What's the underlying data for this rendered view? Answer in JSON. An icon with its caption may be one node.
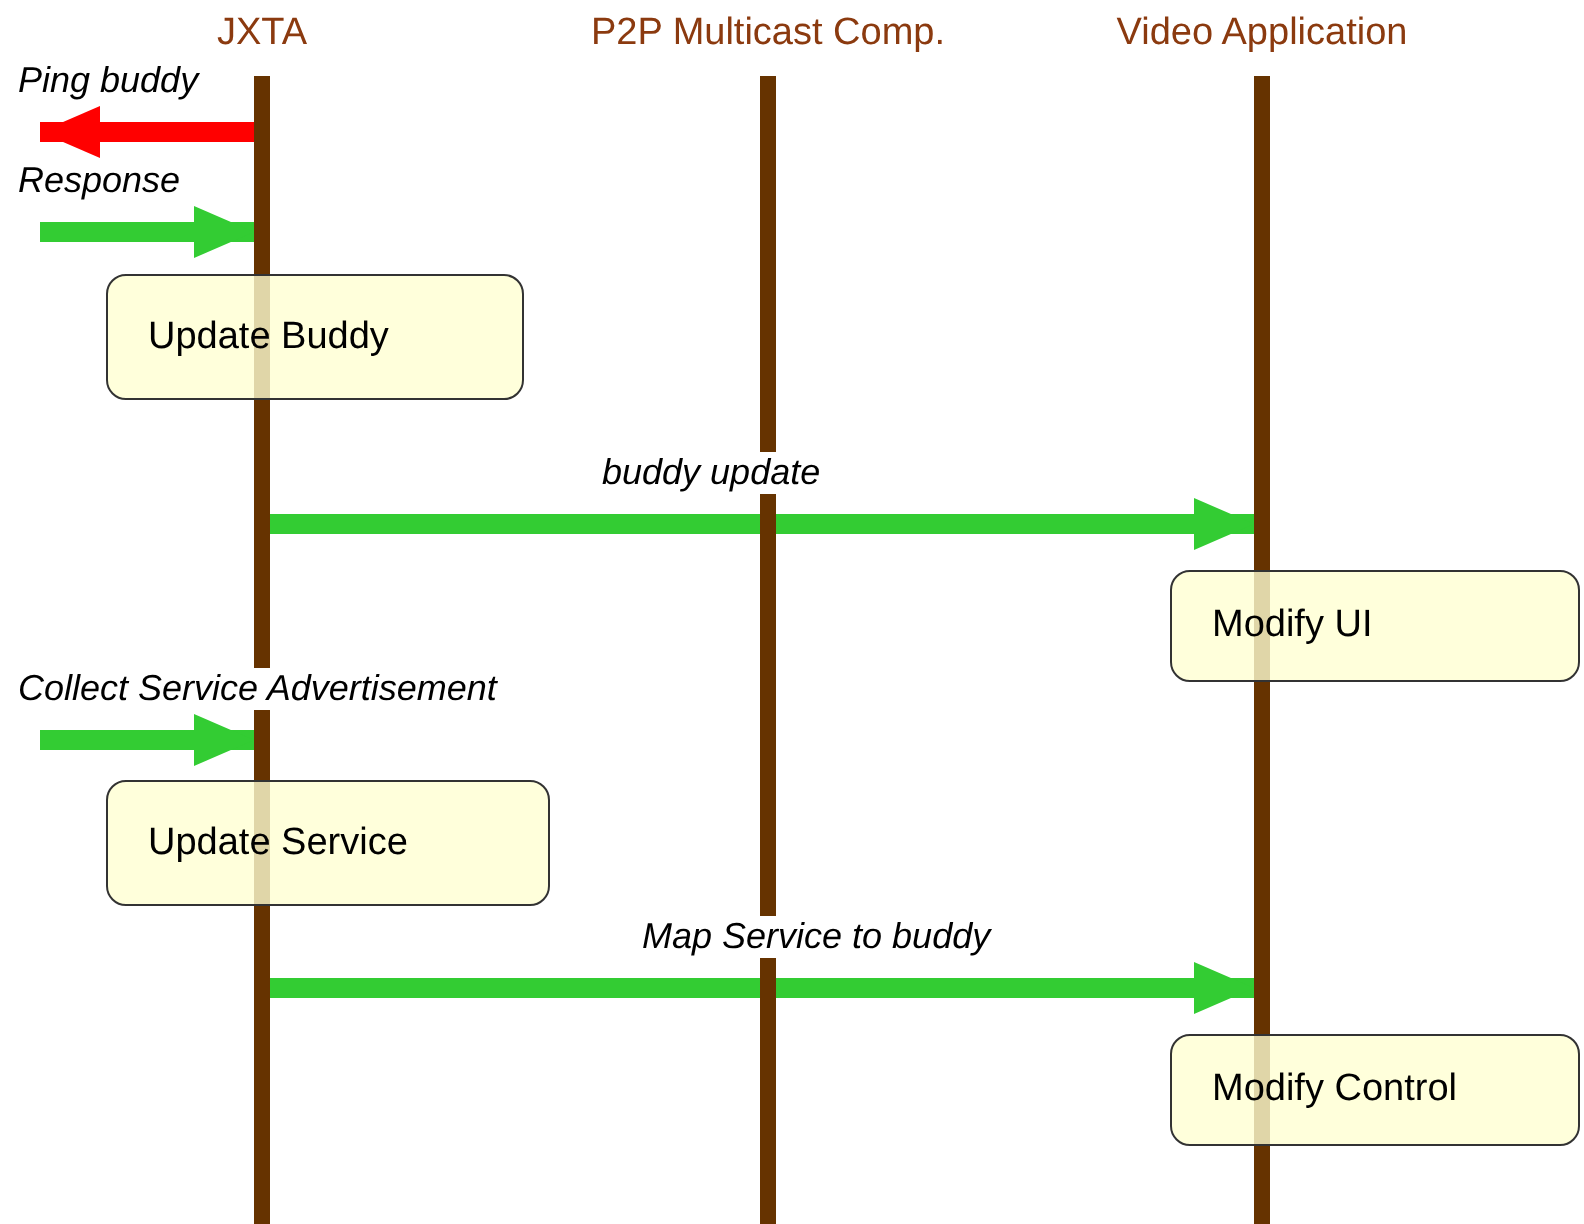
{
  "diagram": {
    "nodes": [
      {
        "text": [
          "JXTA"
        ]
      },
      {
        "text": [
          "P2P Multicast Comp."
        ]
      },
      {
        "text": [
          "Video Application"
        ]
      },
      {
        "text": [
          "Update Buddy"
        ]
      },
      {
        "text": [
          "Modify UI"
        ]
      },
      {
        "text": [
          "Update Service"
        ]
      },
      {
        "text": [
          "Modify Control"
        ]
      }
    ],
    "edges": [
      {
        "from": 0,
        "to": null,
        "arrow": "to",
        "label": "Ping buddy",
        "color": "#ff0000"
      },
      {
        "from": null,
        "to": 0,
        "arrow": "to",
        "label": "Response"
      },
      {
        "from": 0,
        "to": 2,
        "arrow": "to",
        "label": "buddy update"
      },
      {
        "from": null,
        "to": 0,
        "arrow": "to",
        "label": "Collect Service Advertisement"
      },
      {
        "from": 0,
        "to": 2,
        "arrow": "to",
        "label": "Map Service to buddy"
      }
    ]
  }
}
